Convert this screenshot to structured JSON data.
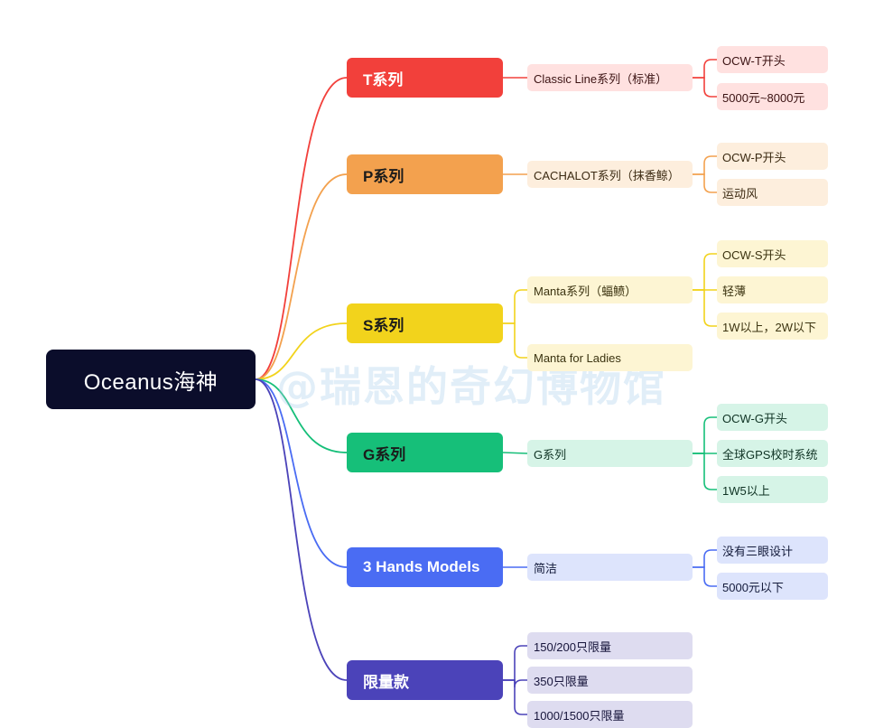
{
  "root": {
    "label": "Oceanus海神"
  },
  "watermark": "@瑞恩的奇幻博物馆",
  "series": [
    {
      "label": "T系列",
      "color": "#f2403b",
      "text": "#ffffff",
      "soft": "#ffe1e0",
      "softText": "#3b1212",
      "children": [
        {
          "label": "Classic Line系列（标准）",
          "children": [
            "OCW-T开头",
            "5000元~8000元"
          ]
        }
      ]
    },
    {
      "label": "P系列",
      "color": "#f3a14e",
      "text": "#1b1b1b",
      "soft": "#fdeedd",
      "softText": "#3b2a12",
      "children": [
        {
          "label": "CACHALOT系列（抹香鲸）",
          "children": [
            "OCW-P开头",
            "运动风"
          ]
        }
      ]
    },
    {
      "label": "S系列",
      "color": "#f2d31c",
      "text": "#1b1b1b",
      "soft": "#fdf5d3",
      "softText": "#3b3310",
      "children": [
        {
          "label": "Manta系列（蝠鲼）",
          "children": [
            "OCW-S开头",
            "轻薄",
            "1W以上，2W以下"
          ]
        },
        {
          "label": "Manta for Ladies",
          "children": []
        }
      ]
    },
    {
      "label": "G系列",
      "color": "#16bf79",
      "text": "#1b1b1b",
      "soft": "#d6f4e7",
      "softText": "#0f3324",
      "children": [
        {
          "label": "G系列",
          "children": [
            "OCW-G开头",
            "全球GPS校时系统",
            "1W5以上"
          ]
        }
      ]
    },
    {
      "label": "3 Hands Models",
      "color": "#4a6cf3",
      "text": "#ffffff",
      "soft": "#dde4fc",
      "softText": "#141b3b",
      "children": [
        {
          "label": "简洁",
          "children": [
            "没有三眼设计",
            "5000元以下"
          ]
        }
      ]
    },
    {
      "label": "限量款",
      "color": "#4b43b9",
      "text": "#ffffff",
      "soft": "#dedcf0",
      "softText": "#17153b",
      "children": [
        {
          "label": "150/200只限量",
          "children": []
        },
        {
          "label": "350只限量",
          "children": []
        },
        {
          "label": "1000/1500只限量",
          "children": []
        }
      ]
    }
  ]
}
